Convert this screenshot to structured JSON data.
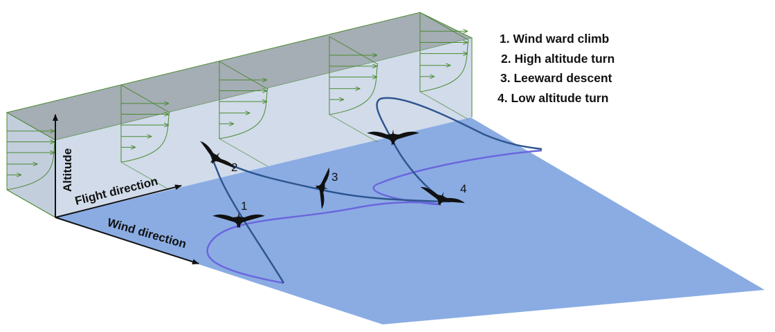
{
  "axes": {
    "altitude_label": "Altitude",
    "flight_direction_label": "Flight direction",
    "wind_direction_label": "Wind direction"
  },
  "legend": {
    "items": [
      {
        "label": "1. Wind ward climb"
      },
      {
        "label": "2. High altitude turn"
      },
      {
        "label": "3. Leeward descent"
      },
      {
        "label": "4. Low altitude turn"
      }
    ]
  },
  "birds": [
    {
      "number": "1"
    },
    {
      "number": "2"
    },
    {
      "number": "3"
    },
    {
      "number": "4"
    }
  ],
  "colors": {
    "sea": "#8aace3",
    "wall_front": "#c9d5e6",
    "wall_top": "#a5adb5",
    "wind_profile": "#4a8a2f",
    "trajectory_3d": "#2e5590",
    "trajectory_ground": "#6a66dc",
    "bird": "#111111"
  },
  "icons": {
    "bird": "soaring-bird-silhouette"
  }
}
